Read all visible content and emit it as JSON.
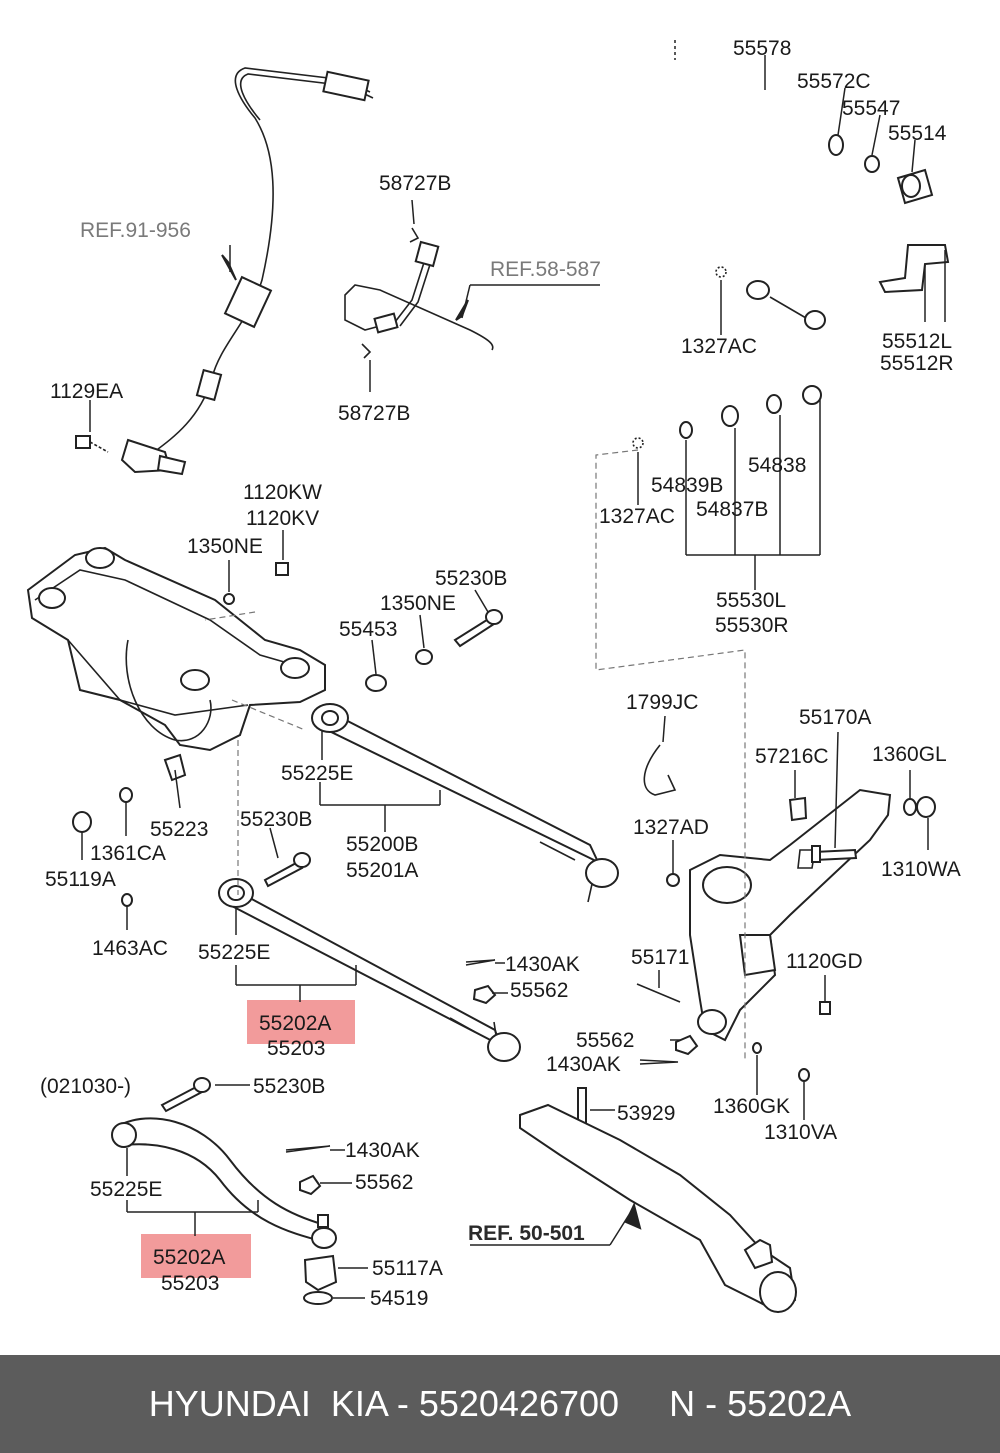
{
  "labels": {
    "p55578": "55578",
    "p55572C": "55572C",
    "p55547": "55547",
    "p55514": "55514",
    "p1327AC_top": "1327AC",
    "p55512L": "55512L",
    "p55512R": "55512R",
    "p58727B_top": "58727B",
    "p58727B_bottom": "58727B",
    "p1129EA": "1129EA",
    "p1120KW": "1120KW",
    "p1120KV": "1120KV",
    "p1350NE_left": "1350NE",
    "p55230B_top": "55230B",
    "p1350NE_mid": "1350NE",
    "p55453": "55453",
    "p54839B": "54839B",
    "p54838": "54838",
    "p1327AC_mid": "1327AC",
    "p54837B": "54837B",
    "p55530L": "55530L",
    "p55530R": "55530R",
    "p1799JC": "1799JC",
    "p55170A": "55170A",
    "p57216C": "57216C",
    "p1360GL": "1360GL",
    "p1327AD": "1327AD",
    "p1310WA": "1310WA",
    "p55225E_upper": "55225E",
    "p55223": "55223",
    "p55230B_mid": "55230B",
    "p55200B": "55200B",
    "p55201A": "55201A",
    "p1361CA": "1361CA",
    "p55119A": "55119A",
    "p1463AC": "1463AC",
    "p55225E_mid": "55225E",
    "p1430AK_top": "1430AK",
    "p55562_top": "55562",
    "p55202A_mid": "55202A",
    "p55203_mid": "55203",
    "p55171": "55171",
    "p1120GD": "1120GD",
    "p55562_mid": "55562",
    "p1430AK_mid": "1430AK",
    "p021030": "(021030-)",
    "p55230B_bottom": "55230B",
    "p53929": "53929",
    "p1360GK": "1360GK",
    "p1310VA": "1310VA",
    "p1430AK_bottom": "1430AK",
    "p55562_bottom": "55562",
    "p55225E_bottom": "55225E",
    "p55202A_bottom": "55202A",
    "p55203_bottom": "55203",
    "p55117A": "55117A",
    "p54519": "54519"
  },
  "refs": {
    "ref91_956": "REF.91-956",
    "ref58_587": "REF.58-587",
    "ref50_501": "REF. 50-501"
  },
  "footer": {
    "text": "HYUNDAI  KIA - 5520426700     N - 55202A"
  },
  "colors": {
    "highlight": "#f08a8a",
    "footer_bg": "#5c5c5c",
    "footer_text": "#ffffff"
  }
}
